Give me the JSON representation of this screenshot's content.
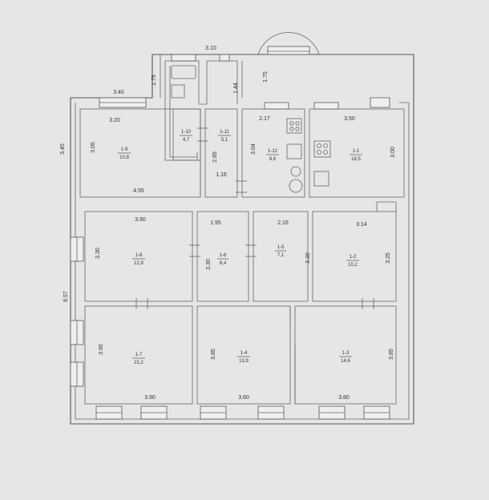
{
  "rooms": [
    {
      "key": "r1",
      "id": "1-1",
      "area": "18,5"
    },
    {
      "key": "r2",
      "id": "1-2",
      "area": "10,2"
    },
    {
      "key": "r3",
      "id": "1-3",
      "area": "14,6"
    },
    {
      "key": "r4",
      "id": "1-4",
      "area": "13,9"
    },
    {
      "key": "r5",
      "id": "1-5",
      "area": "7,1"
    },
    {
      "key": "r6",
      "id": "1-6",
      "area": "6,4"
    },
    {
      "key": "r7",
      "id": "1-7",
      "area": "15,2"
    },
    {
      "key": "r8",
      "id": "1-8",
      "area": "12,9"
    },
    {
      "key": "r9",
      "id": "1-9",
      "area": "10,9"
    },
    {
      "key": "r10",
      "id": "1-10",
      "area": "4,7"
    },
    {
      "key": "r11",
      "id": "1-11",
      "area": "5,1"
    },
    {
      "key": "r12",
      "id": "1-12",
      "area": "6,6"
    }
  ],
  "dimensions": {
    "d310": "3.10",
    "d175a": "1.75",
    "d175b": "1.75",
    "d144": "1.44",
    "d340": "3.40",
    "d345": "3.45",
    "d320": "3.20",
    "d305": "3.05",
    "d455": "4.55",
    "d285": "2.85",
    "d116": "1.16",
    "d217": "2.17",
    "d304": "3.04",
    "d350": "3.50",
    "d300": "3.00",
    "d390a": "3.90",
    "d195": "1.95",
    "d216": "2.16",
    "d314": "3.14",
    "d330a": "3.30",
    "d330b": "3.30",
    "d330c": "3.30",
    "d325": "3.25",
    "d857": "8.57",
    "d390b": "3.90",
    "d385a": "3.85",
    "d385b": "3.85",
    "d390c": "3.90",
    "d360": "3.60",
    "d380": "3.80"
  }
}
